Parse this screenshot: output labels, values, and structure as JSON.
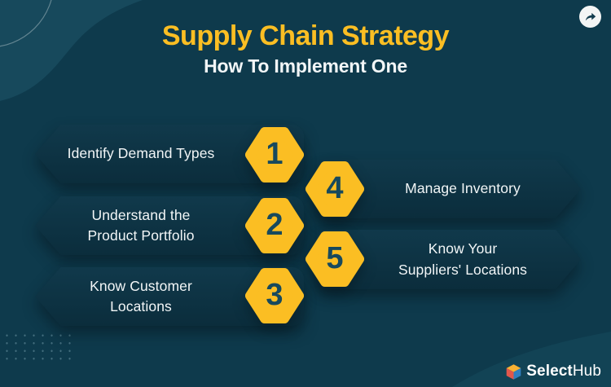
{
  "header": {
    "title": "Supply Chain Strategy",
    "subtitle": "How To Implement One"
  },
  "steps": [
    {
      "number": "1",
      "label": "Identify Demand Types"
    },
    {
      "number": "2",
      "label": "Understand the\nProduct Portfolio"
    },
    {
      "number": "3",
      "label": "Know Customer\nLocations"
    },
    {
      "number": "4",
      "label": "Manage Inventory"
    },
    {
      "number": "5",
      "label": "Know Your\nSuppliers' Locations"
    }
  ],
  "footer": {
    "brand_bold": "Select",
    "brand_regular": "Hub"
  },
  "icons": {
    "share": "share-arrow-icon",
    "brand": "selecthub-cube-icon"
  },
  "colors": {
    "background": "#0E3A4C",
    "panel_dark": "#0B2D3C",
    "accent_yellow": "#FBBE23",
    "number_teal": "#17495D",
    "text_white": "#F2F6F7",
    "logo_yellow": "#F9B233",
    "logo_red": "#E2574C",
    "logo_blue": "#2F80C2"
  }
}
